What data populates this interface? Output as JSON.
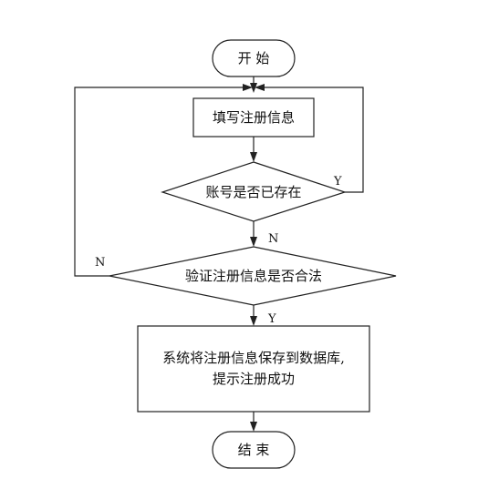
{
  "flowchart": {
    "start": "开 始",
    "step_fill_info": "填写注册信息",
    "decision_account_exists": "账号是否已存在",
    "decision_validate": "验证注册信息是否合法",
    "step_save_line1": "系统将注册信息保存到数据库,",
    "step_save_line2": "提示注册成功",
    "end": "结 束",
    "labels": {
      "exists_yes": "Y",
      "exists_no": "N",
      "validate_no": "N",
      "validate_yes": "Y"
    }
  }
}
